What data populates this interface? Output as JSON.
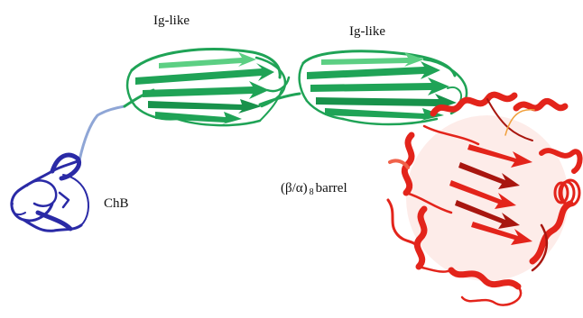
{
  "labels": {
    "ig_like_1": "Ig-like",
    "ig_like_2": "Ig-like",
    "chb": "ChB",
    "barrel_prefix": "(β/α)",
    "barrel_subscript": "8",
    "barrel_suffix": "barrel"
  },
  "colors": {
    "background": "#ffffff",
    "ig_like_domains": "#1fa356",
    "ig_like_highlight": "#5ccf83",
    "chb_domain": "#2a2aa6",
    "linker": "#8fa6d6",
    "barrel_domain": "#e3241b",
    "barrel_dark": "#a8160f",
    "barrel_light": "#f0624a"
  }
}
